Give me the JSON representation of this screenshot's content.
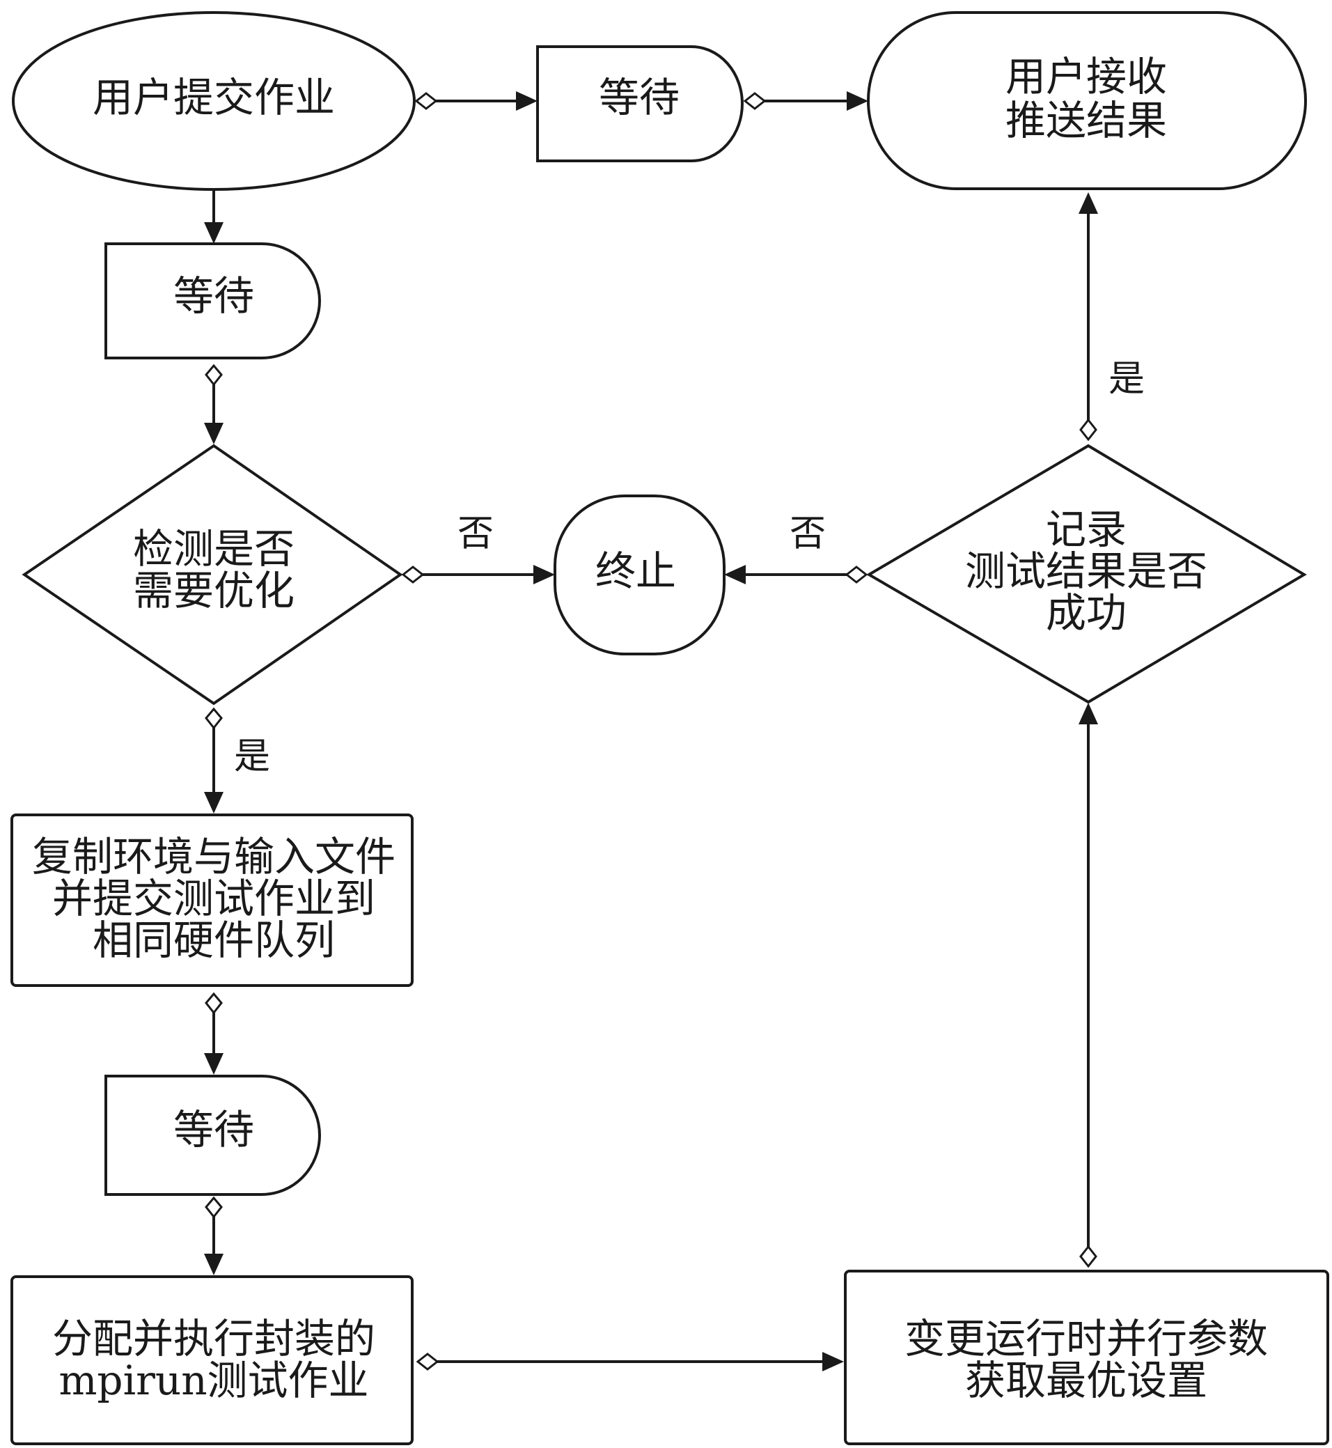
{
  "diagram": {
    "nodes": {
      "submit_job": {
        "shape": "ellipse",
        "lines": [
          "用户提交作业"
        ]
      },
      "wait_top": {
        "shape": "delay",
        "lines": [
          "等待"
        ]
      },
      "receive_result": {
        "shape": "ellipse",
        "lines": [
          "用户接收",
          "推送结果"
        ]
      },
      "wait_1": {
        "shape": "delay",
        "lines": [
          "等待"
        ]
      },
      "check_optimize": {
        "shape": "diamond",
        "lines": [
          "检测是否",
          "需要优化"
        ]
      },
      "terminate": {
        "shape": "terminator",
        "lines": [
          "终止"
        ]
      },
      "record_result": {
        "shape": "diamond",
        "lines": [
          "记录",
          "测试结果是否",
          "成功"
        ]
      },
      "copy_env": {
        "shape": "process",
        "lines": [
          "复制环境与输入文件",
          "并提交测试作业到",
          "相同硬件队列"
        ]
      },
      "wait_2": {
        "shape": "delay",
        "lines": [
          "等待"
        ]
      },
      "alloc_exec": {
        "shape": "process",
        "lines": [
          "分配并执行封装的",
          "mpirun测试作业"
        ]
      },
      "change_params": {
        "shape": "process",
        "lines": [
          "变更运行时并行参数",
          "获取最优设置"
        ]
      }
    },
    "edges": [
      {
        "from": "submit_job",
        "to": "wait_top",
        "label": ""
      },
      {
        "from": "wait_top",
        "to": "receive_result",
        "label": ""
      },
      {
        "from": "submit_job",
        "to": "wait_1",
        "label": ""
      },
      {
        "from": "wait_1",
        "to": "check_optimize",
        "label": ""
      },
      {
        "from": "check_optimize",
        "to": "terminate",
        "label": "否"
      },
      {
        "from": "check_optimize",
        "to": "copy_env",
        "label": "是"
      },
      {
        "from": "copy_env",
        "to": "wait_2",
        "label": ""
      },
      {
        "from": "wait_2",
        "to": "alloc_exec",
        "label": ""
      },
      {
        "from": "alloc_exec",
        "to": "change_params",
        "label": ""
      },
      {
        "from": "change_params",
        "to": "record_result",
        "label": ""
      },
      {
        "from": "record_result",
        "to": "terminate",
        "label": "否"
      },
      {
        "from": "record_result",
        "to": "receive_result",
        "label": "是"
      }
    ]
  },
  "colors": {
    "stroke": "#1a1a1a",
    "fill": "#ffffff",
    "background": "#ffffff"
  }
}
